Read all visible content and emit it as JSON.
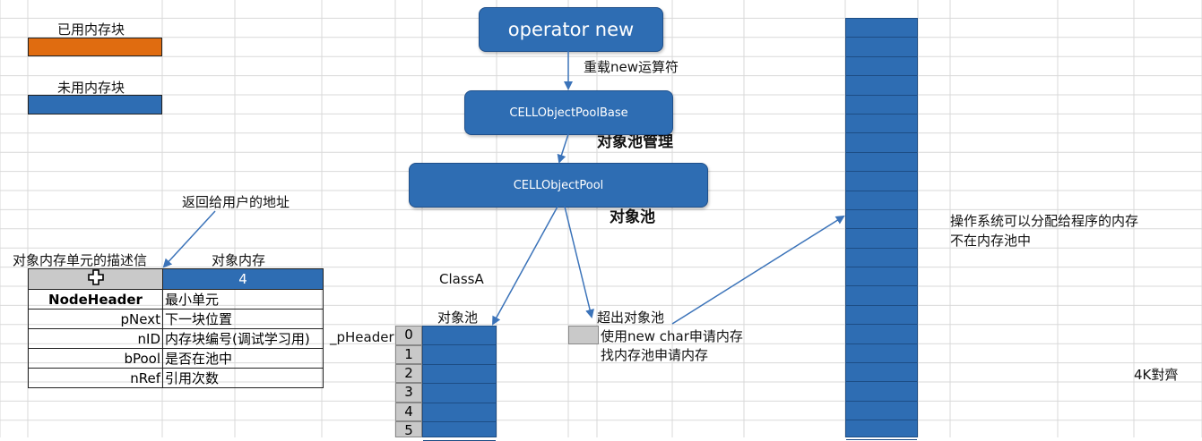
{
  "legend": {
    "used_label": "已用内存块",
    "used_color": "#e06c10",
    "unused_label": "未用内存块",
    "unused_color": "#2e6db3"
  },
  "flow": {
    "operator_new": "operator new",
    "overload_label": "重载new运算符",
    "pool_base": "CELLObjectPoolBase",
    "pool_manage_label": "对象池管理",
    "pool": "CELLObjectPool",
    "pool_label": "对象池"
  },
  "node": {
    "return_label": "返回给用户的地址",
    "desc_header": "对象内存单元的描述信",
    "mem_header": "对象内存",
    "mem_value": "4",
    "rows": [
      {
        "name": "NodeHeader",
        "desc": "最小单元"
      },
      {
        "name": "pNext",
        "desc": "下一块位置"
      },
      {
        "name": "nID",
        "desc": "内存块编号(调试学习用)"
      },
      {
        "name": "bPool",
        "desc": "是否在池中"
      },
      {
        "name": "nRef",
        "desc": "引用次数"
      }
    ]
  },
  "pool_area": {
    "class_label": "ClassA",
    "pool_label": "对象池",
    "header_label": "_pHeader",
    "indexes": [
      "0",
      "1",
      "2",
      "3",
      "4",
      "5"
    ]
  },
  "overflow": {
    "title": "超出对象池",
    "line1": "使用new char申请内存",
    "line2": "找内存池申请内存"
  },
  "os_memory": {
    "line1": "操作系统可以分配给程序的内存",
    "line2": "不在内存池中",
    "align_label": "4K對齊"
  }
}
